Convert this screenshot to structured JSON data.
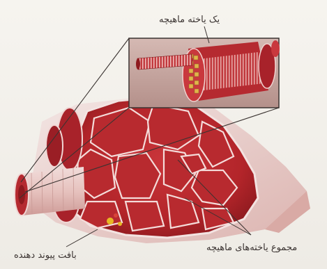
{
  "labels": {
    "muscle_fiber": "یک یاخته ماهیچه",
    "fiber_bundle": "مجموع یاخته‌های ماهیچه",
    "connective_tissue": "بافت پیوند دهنده"
  },
  "colors": {
    "muscle_red": "#b3252a",
    "muscle_dark": "#7d1418",
    "connective_pink": "#e9c7c3",
    "fascia_white": "#efe5e3",
    "line_dark": "#3a3331",
    "background": "#f2efea"
  }
}
